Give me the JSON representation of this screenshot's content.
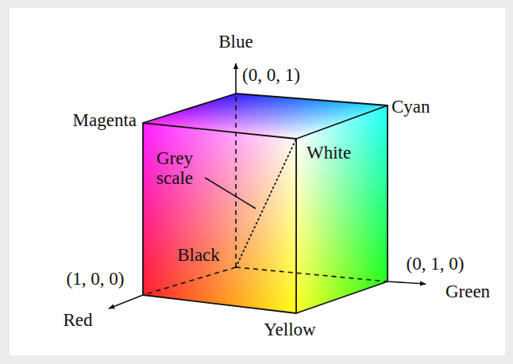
{
  "diagram": {
    "labels": [
      "Blue",
      "(0, 0, 1)",
      "Magenta",
      "Cyan",
      "Grey scale",
      "White",
      "Black",
      "(1, 0, 0)",
      "Red",
      "(0, 1, 0)",
      "Green",
      "Yellow"
    ]
  }
}
